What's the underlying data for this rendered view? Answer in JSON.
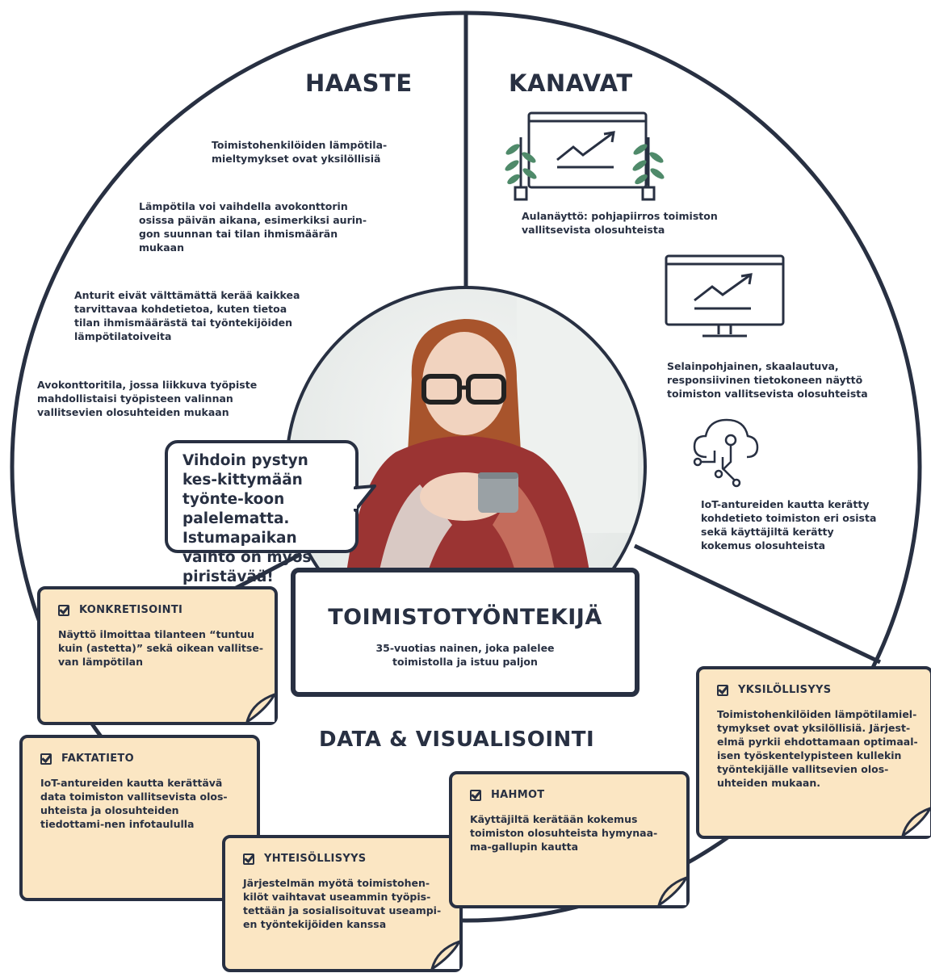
{
  "colors": {
    "navy": "#283042",
    "note_fill": "#fbe6c3",
    "plant_green": "#4f8a6a"
  },
  "haaste": {
    "title": "HAASTE",
    "items": [
      "Toimistohenkilöiden lämpötila-mieltymykset ovat yksilöllisiä",
      "Lämpötila voi vaihdella avokonttorin osissa päivän aikana, esimerkiksi aurin-gon suunnan tai tilan ihmismäärän mukaan",
      "Anturit eivät välttämättä kerää kaikkea tarvittavaa kohdetietoa, kuten tietoa tilan ihmismäärästä tai työntekijöiden lämpötilatoiveita",
      "Avokonttoritila, jossa liikkuva työpiste mahdollistaisi työpisteen valinnan vallitsevien olosuhteiden mukaan"
    ]
  },
  "kanavat": {
    "title": "KANAVAT",
    "items": [
      {
        "icon": "lobby-display-icon",
        "text": "Aulanäyttö: pohjapiirros toimiston vallitsevista olosuhteista"
      },
      {
        "icon": "monitor-icon",
        "text": "Selainpohjainen, skaalautuva, responsiivinen tietokoneen näyttö toimiston vallitsevista olosuhteista"
      },
      {
        "icon": "iot-cloud-icon",
        "text": "IoT-antureiden kautta kerätty kohdetieto toimiston eri osista sekä käyttäjiltä kerätty kokemus olosuhteista"
      }
    ]
  },
  "quote": "Vihdoin pystyn kes-kittymään työnte-koon palelematta. Istumapaikan vaihto on myös piristävää!",
  "persona": {
    "title": "TOIMISTOTYÖNTEKIJÄ",
    "description": "35-vuotias nainen, joka palelee toimistolla ja istuu paljon"
  },
  "data_section_title": "DATA & VISUALISOINTI",
  "notes": {
    "konkretisointi": {
      "title": "KONKRETISOINTI",
      "text": "Näyttö ilmoittaa tilanteen “tuntuu kuin (astetta)” sekä oikean vallitse-van lämpötilan"
    },
    "faktatieto": {
      "title": "FAKTATIETO",
      "text": "IoT-antureiden kautta kerättävä data toimiston vallitsevista olos-uhteista ja olosuhteiden tiedottami-nen infotaululla"
    },
    "yhteisollisyys": {
      "title": "YHTEISÖLLISYYS",
      "text": "Järjestelmän myötä toimistohen-kilöt vaihtavat useammin työpis-tettään ja sosialisoituvat useampi-en työntekijöiden kanssa"
    },
    "hahmot": {
      "title": "HAHMOT",
      "text": "Käyttäjiltä kerätään kokemus toimiston olosuhteista hymynaa-ma-gallupin kautta"
    },
    "yksilollisyys": {
      "title": "YKSILÖLLISYYS",
      "text": "Toimistohenkilöiden lämpötilamiel-tymykset ovat yksilöllisiä. Järjest-elmä pyrkii ehdottamaan optimaal-isen työskentelypisteen kullekin työntekijälle vallitsevien olos-uhteiden mukaan."
    }
  }
}
